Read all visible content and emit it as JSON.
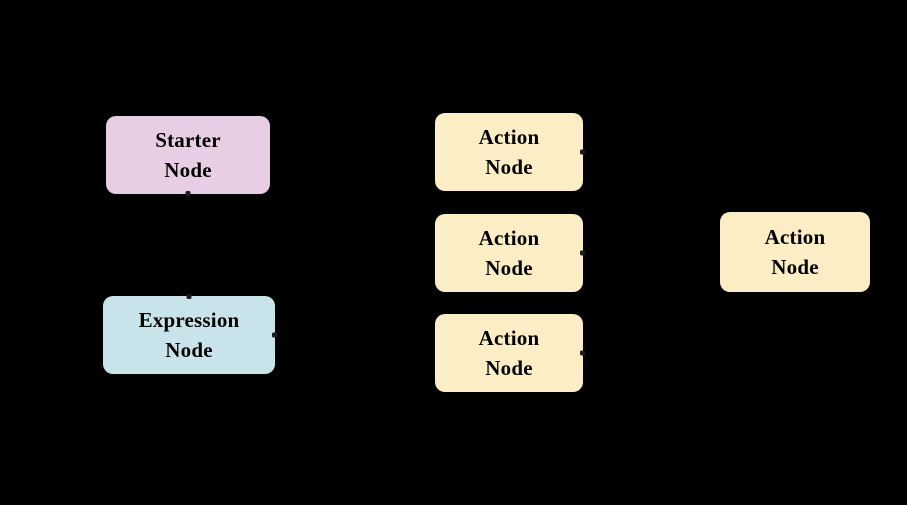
{
  "diagram": {
    "background_color": "#000000",
    "text_color": "#000000",
    "handle_color": "#1c1c1c",
    "node_types": {
      "starter": {
        "fill": "#e8cee4"
      },
      "expression": {
        "fill": "#c9e3ea"
      },
      "action": {
        "fill": "#fbedc4"
      }
    },
    "nodes": [
      {
        "id": "starter-1",
        "type": "starter",
        "label": "Starter\nNode",
        "handles": [
          "bottom"
        ]
      },
      {
        "id": "expression-1",
        "type": "expression",
        "label": "Expression\nNode",
        "handles": [
          "top",
          "right"
        ]
      },
      {
        "id": "action-1",
        "type": "action",
        "label": "Action\nNode",
        "handles": [
          "right"
        ]
      },
      {
        "id": "action-2",
        "type": "action",
        "label": "Action\nNode",
        "handles": [
          "right"
        ]
      },
      {
        "id": "action-3",
        "type": "action",
        "label": "Action\nNode",
        "handles": [
          "right"
        ]
      },
      {
        "id": "action-4",
        "type": "action",
        "label": "Action\nNode",
        "handles": []
      }
    ]
  }
}
